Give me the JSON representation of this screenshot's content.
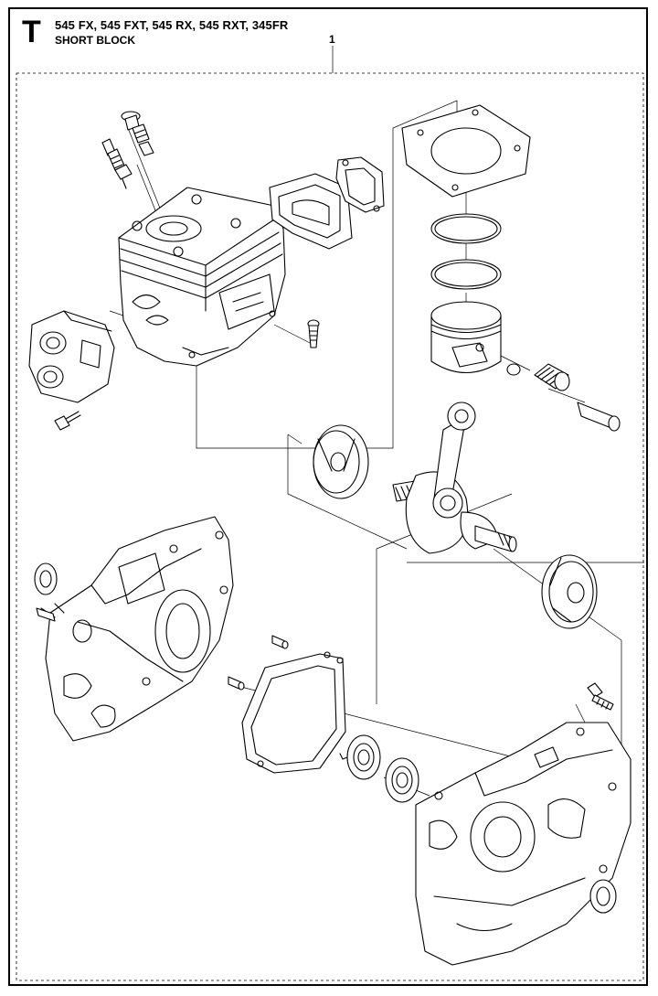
{
  "header": {
    "section_letter": "T",
    "models": "545 FX, 545 FXT, 545 RX, 545 RXT, 345FR",
    "assembly_title": "SHORT BLOCK"
  },
  "callouts": {
    "item_1": "1"
  }
}
